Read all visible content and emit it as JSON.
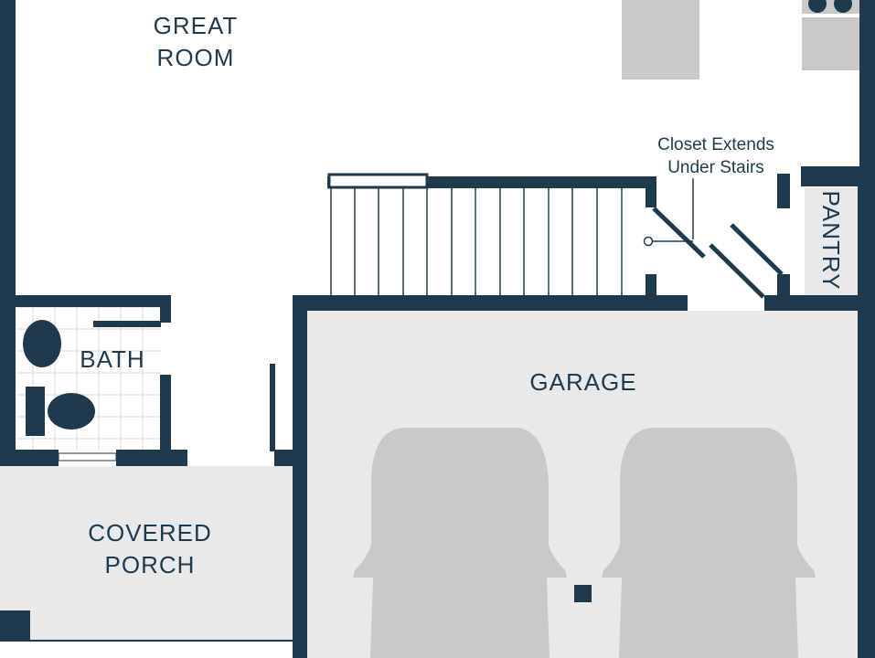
{
  "rooms": {
    "great_room": {
      "line1": "GREAT",
      "line2": "ROOM"
    },
    "bath": "BATH",
    "garage": "GARAGE",
    "covered_porch": {
      "line1": "COVERED",
      "line2": "PORCH"
    },
    "pantry": "PANTRY"
  },
  "notes": {
    "closet": {
      "line1": "Closet Extends",
      "line2": "Under Stairs"
    }
  },
  "colors": {
    "wall": "#1f3a4d",
    "fixture_gray": "#c8c9ca",
    "floor_light": "#e8e9ea",
    "background": "#ffffff"
  }
}
